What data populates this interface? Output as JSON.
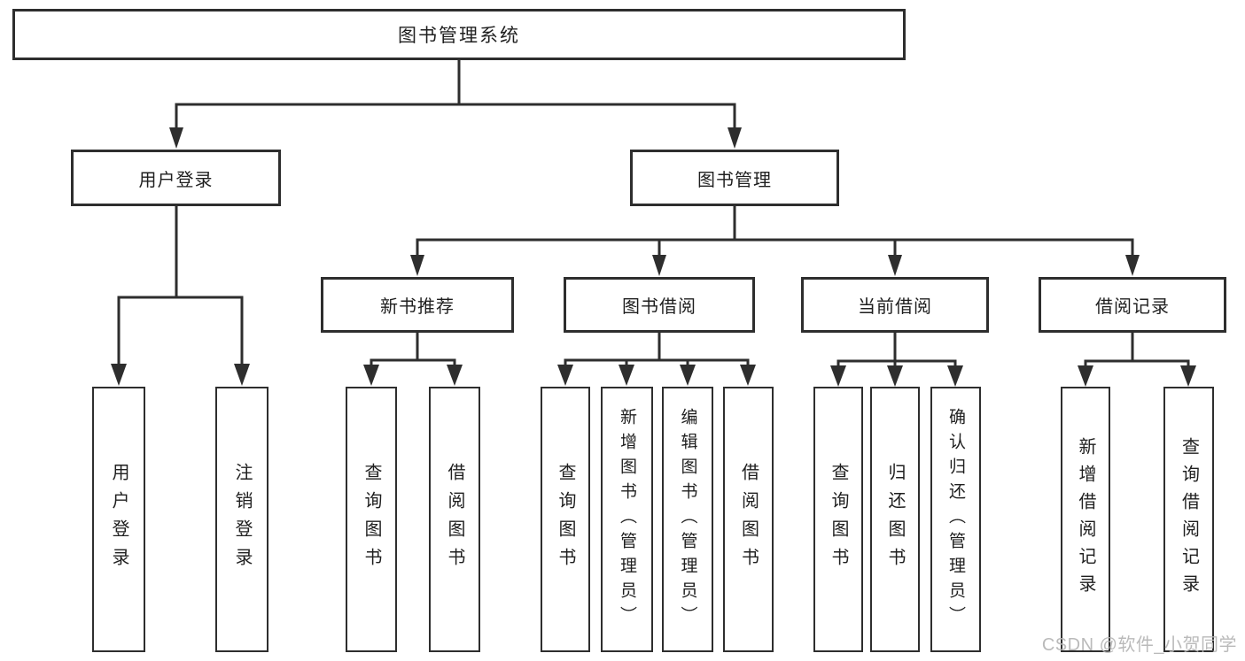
{
  "tree": {
    "label": "图书管理系统",
    "children": [
      {
        "label": "用户登录",
        "children": [
          {
            "label": "用户登录"
          },
          {
            "label": "注销登录"
          }
        ]
      },
      {
        "label": "图书管理",
        "children": [
          {
            "label": "新书推荐",
            "children": [
              {
                "label": "查询图书"
              },
              {
                "label": "借阅图书"
              }
            ]
          },
          {
            "label": "图书借阅",
            "children": [
              {
                "label": "查询图书"
              },
              {
                "label": "新增图书（管理员）"
              },
              {
                "label": "编辑图书（管理员）"
              },
              {
                "label": "借阅图书"
              }
            ]
          },
          {
            "label": "当前借阅",
            "children": [
              {
                "label": "查询图书"
              },
              {
                "label": "归还图书"
              },
              {
                "label": "确认归还（管理员）"
              }
            ]
          },
          {
            "label": "借阅记录",
            "children": [
              {
                "label": "新增借阅记录"
              },
              {
                "label": "查询借阅记录"
              }
            ]
          }
        ]
      }
    ]
  },
  "watermark": {
    "text": "CSDN @软件_小贺同学"
  },
  "colors": {
    "line": "#2e2e2e",
    "text": "#1f1f1f",
    "watermark": "#b5b5b5",
    "background": "#ffffff"
  }
}
